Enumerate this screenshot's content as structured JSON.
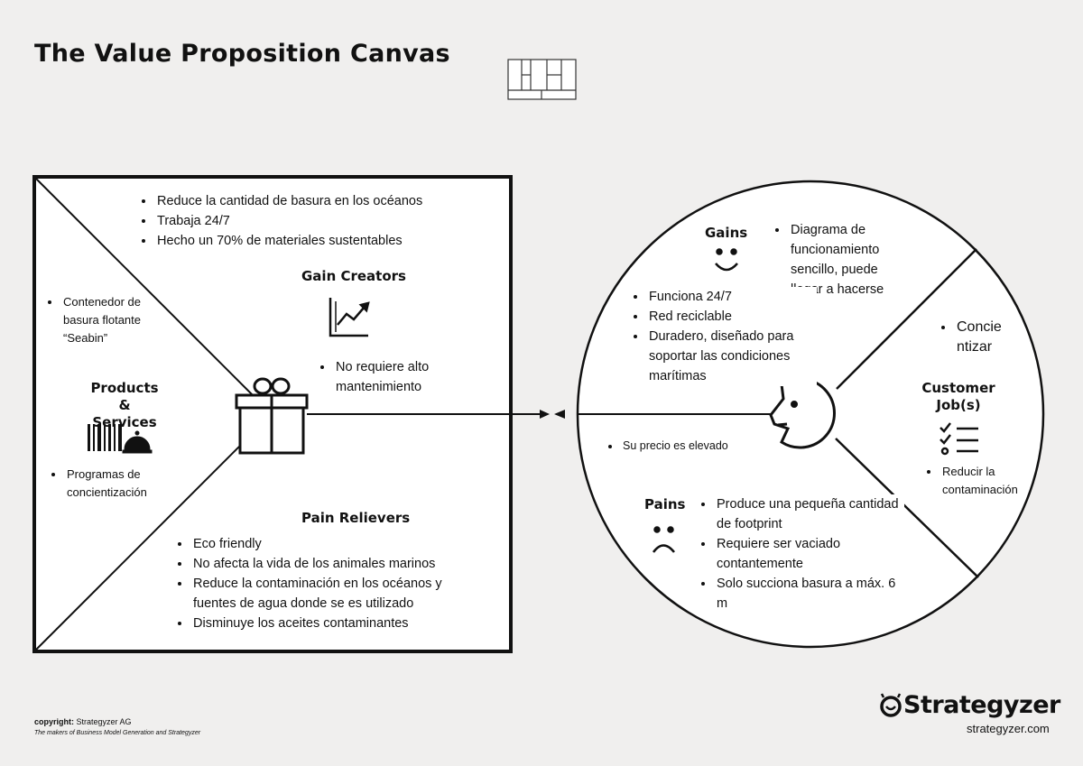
{
  "title": "The Value Proposition Canvas",
  "value_map": {
    "gain_creators": {
      "heading": "Gain Creators",
      "items_top": [
        "Reduce la cantidad de basura en los océanos",
        "Trabaja 24/7",
        "Hecho un 70% de materiales sustentables"
      ],
      "items_bottom": [
        "No requiere alto mantenimiento"
      ]
    },
    "products_services": {
      "heading_line1": "Products",
      "heading_line2": "& Services",
      "items_top": [
        "Contenedor de basura flotante “Seabin”"
      ],
      "items_bottom": [
        "Programas de concientización"
      ]
    },
    "pain_relievers": {
      "heading": "Pain Relievers",
      "items": [
        "Eco friendly",
        "No afecta la vida de los animales marinos",
        "Reduce la contaminación en los océanos y fuentes de agua donde se es utilizado",
        "Disminuye los aceites contaminantes"
      ]
    }
  },
  "customer_profile": {
    "gains": {
      "heading": "Gains",
      "items_right": [
        "Diagrama de funcionamiento sencillo, puede llegar a hacerse DIY"
      ],
      "items_left": [
        "Funciona 24/7",
        "Red reciclable",
        "Duradero, diseñado para soportar las condiciones marítimas"
      ]
    },
    "customer_jobs": {
      "heading_line1": "Customer",
      "heading_line2": "Job(s)",
      "items_top": [
        "Concie ntizar"
      ],
      "items_bottom": [
        "Reducir la contaminación"
      ]
    },
    "pains": {
      "heading": "Pains",
      "items": [
        "Produce una pequeña cantidad de footprint",
        "Requiere ser vaciado contantemente",
        "Solo succiona basura a máx. 6 m"
      ],
      "items_left": [
        "Su precio es elevado"
      ]
    }
  },
  "footer": {
    "copyright_label": "copyright:",
    "copyright_holder": "Strategyzer AG",
    "tagline": "The makers of Business Model Generation and Strategyzer",
    "brand": "Strategyzer",
    "url": "strategyzer.com"
  }
}
